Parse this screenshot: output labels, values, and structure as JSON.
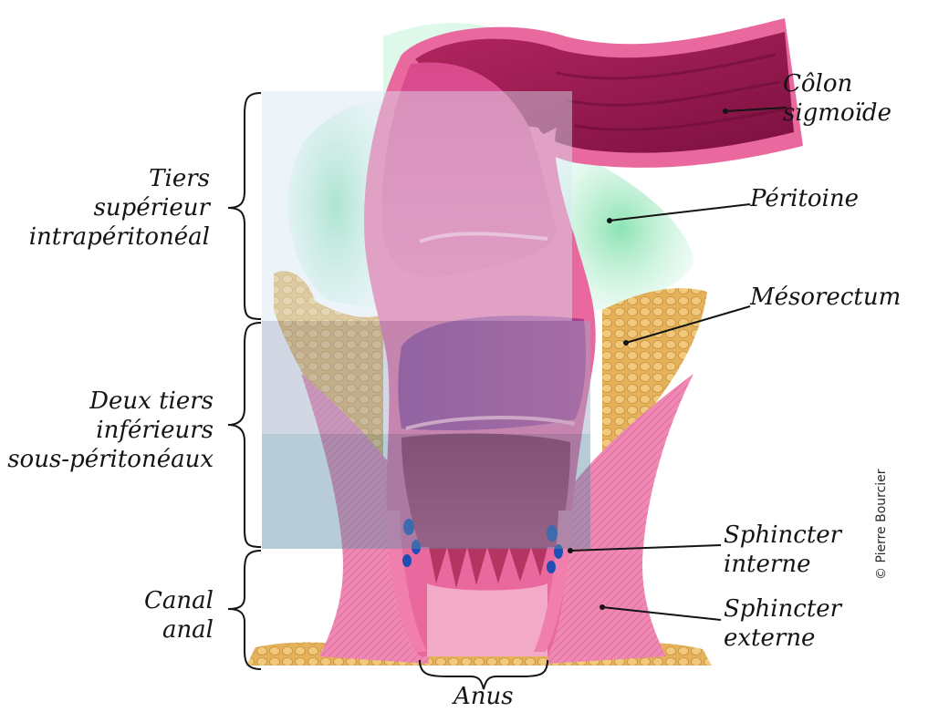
{
  "labels": {
    "tiers_superieur": [
      "Tiers",
      "supérieur",
      "intrapéritonéal"
    ],
    "deux_tiers": [
      "Deux tiers",
      "inférieurs",
      "sous-péritonéaux"
    ],
    "canal_anal": [
      "Canal",
      "anal"
    ],
    "colon": [
      "Côlon",
      "sigmoïde"
    ],
    "peritoine": "Péritoine",
    "mesorectum": "Mésorectum",
    "sphincter_interne": [
      "Sphincter",
      "interne"
    ],
    "sphincter_externe": [
      "Sphincter",
      "externe"
    ],
    "anus": "Anus"
  },
  "credit": "© Pierre Bourcier",
  "colors": {
    "rectum_wall": "#e9699f",
    "rectum_lumen": "#cf3f80",
    "colon_tissue": "#9c1c4c",
    "peritoneum": "#7fe0ab",
    "mesorectum_fat": "#e5b25c",
    "sphincter": "#ef88b3",
    "zone_upper": "#d4e6f4",
    "zone_middle": "#9aa8c4",
    "zone_lower": "#5f8ea6",
    "vein_blue": "#1f4fb5"
  }
}
